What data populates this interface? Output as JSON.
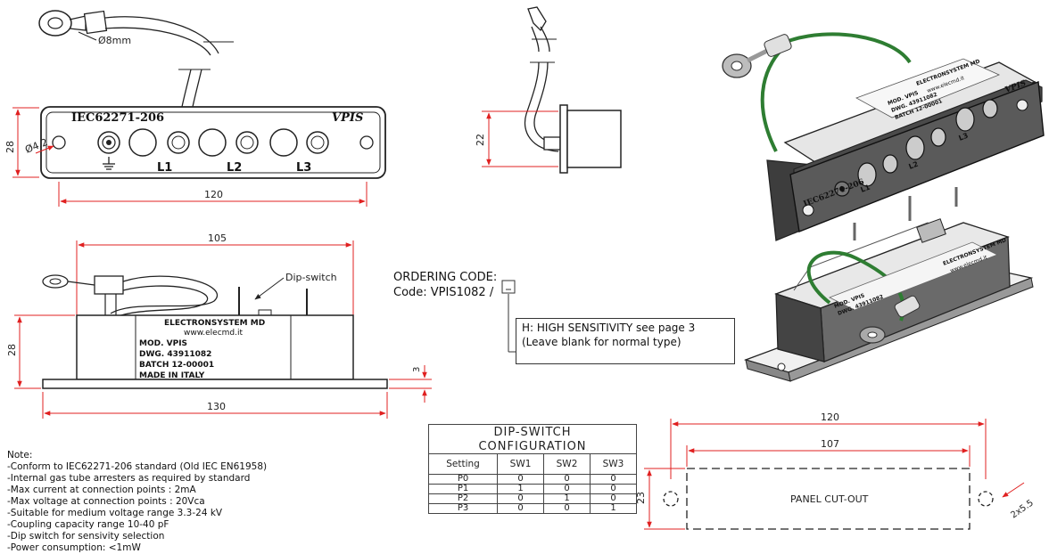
{
  "front_view": {
    "standard_label": "IEC62271-206",
    "brand_label": "VPIS",
    "terminals": [
      "L1",
      "L2",
      "L3"
    ],
    "dim_ring": "Ø8mm",
    "dim_hole": "Ø4.2",
    "dim_height": "28",
    "dim_width": "120"
  },
  "side_view": {
    "dim_height": "22"
  },
  "top_view": {
    "dim_body_length": "105",
    "dim_base_length": "130",
    "dim_height": "28",
    "dim_base_thickness": "3",
    "dip_switch_label": "Dip-switch",
    "plate_lines": [
      "ELECTRONSYSTEM MD",
      "www.elecmd.it",
      "MOD. VPIS",
      "DWG. 43911082",
      "BATCH 12-00001",
      "MADE IN ITALY"
    ]
  },
  "ordering": {
    "title": "ORDERING CODE:",
    "code": "Code: VPIS1082 /",
    "option_line1": "H: HIGH SENSITIVITY see page 3",
    "option_line2": "(Leave blank for normal type)"
  },
  "notes": {
    "title": "Note:",
    "items": [
      "-Conform to IEC62271-206 standard (Old IEC EN61958)",
      "-Internal gas tube arresters as required by standard",
      "-Max current at connection points : 2mA",
      "-Max voltage at connection points : 20Vca",
      "-Suitable for medium voltage range 3.3-24 kV",
      "-Coupling capacity range 10-40 pF",
      "-Dip switch for sensivity selection",
      "-Power consumption: <1mW"
    ]
  },
  "dip_table": {
    "title_line1": "DIP-SWITCH",
    "title_line2": "CONFIGURATION",
    "headers": [
      "Setting",
      "SW1",
      "SW2",
      "SW3"
    ],
    "rows": [
      [
        "P0",
        "0",
        "0",
        "0"
      ],
      [
        "P1",
        "1",
        "0",
        "0"
      ],
      [
        "P2",
        "0",
        "1",
        "0"
      ],
      [
        "P3",
        "0",
        "0",
        "1"
      ]
    ]
  },
  "cutout": {
    "dim_outer": "120",
    "dim_inner": "107",
    "dim_height": "23",
    "dim_holes": "2x5.5",
    "label": "PANEL CUT-OUT"
  },
  "render_3d": {
    "plate_lines": [
      "ELECTRONSYSTEM MD",
      "www.elecmd.it",
      "MOD. VPIS",
      "DWG. 43911082",
      "BATCH 12-00001"
    ]
  },
  "colors": {
    "line": "#222222",
    "dimension": "#e02020",
    "cable": "#2e7d32",
    "body": "#3d3d3d"
  }
}
